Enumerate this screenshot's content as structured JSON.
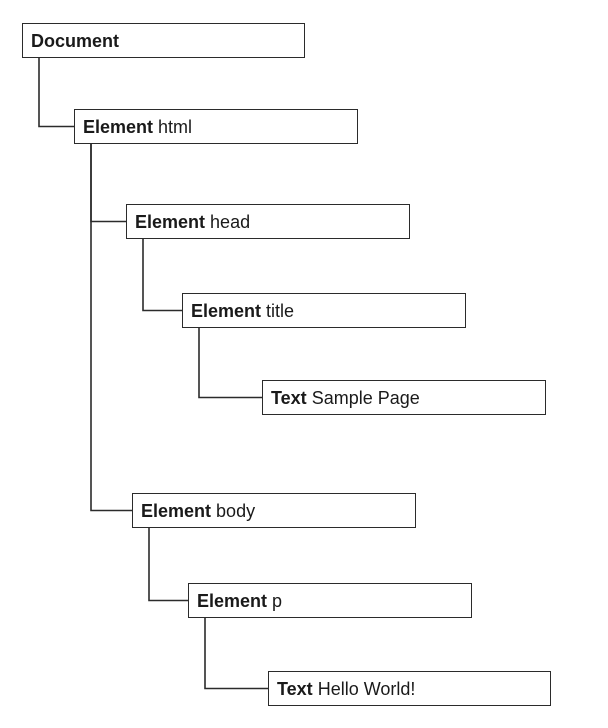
{
  "nodes": {
    "document": {
      "kind": "Document",
      "name": ""
    },
    "html": {
      "kind": "Element",
      "name": "html"
    },
    "head": {
      "kind": "Element",
      "name": "head"
    },
    "title": {
      "kind": "Element",
      "name": "title"
    },
    "text_title": {
      "kind": "Text",
      "name": "Sample Page"
    },
    "body": {
      "kind": "Element",
      "name": "body"
    },
    "p": {
      "kind": "Element",
      "name": "p"
    },
    "text_p": {
      "kind": "Text",
      "name": "Hello World!"
    }
  },
  "edges": [
    [
      "document",
      "html"
    ],
    [
      "html",
      "head"
    ],
    [
      "html",
      "body"
    ],
    [
      "head",
      "title"
    ],
    [
      "title",
      "text_title"
    ],
    [
      "body",
      "p"
    ],
    [
      "p",
      "text_p"
    ]
  ],
  "colors": {
    "line": "#2b2b2b",
    "box_border": "#2b2b2b",
    "box_fill": "#ffffff",
    "text": "#1a1a1a"
  }
}
